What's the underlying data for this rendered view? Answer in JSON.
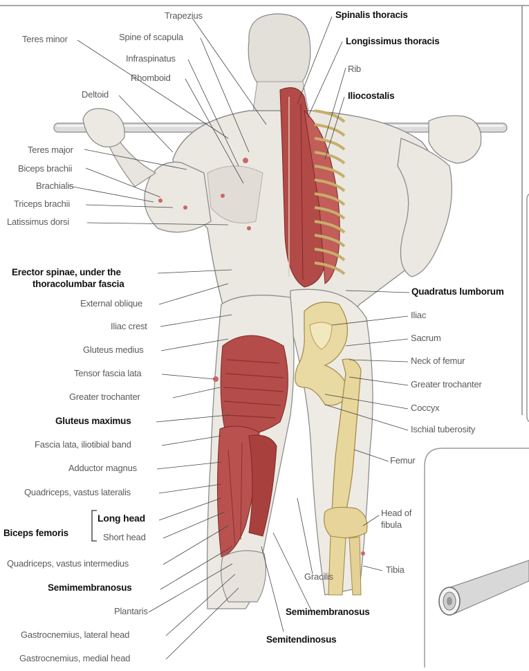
{
  "left_labels": [
    {
      "text": "Teres minor",
      "bold": false
    },
    {
      "text": "Deltoid",
      "bold": false
    },
    {
      "text": "Teres major",
      "bold": false
    },
    {
      "text": "Biceps brachii",
      "bold": false
    },
    {
      "text": "Brachialis",
      "bold": false
    },
    {
      "text": "Triceps brachii",
      "bold": false
    },
    {
      "text": "Latissimus dorsi",
      "bold": false
    },
    {
      "text": "Erector spinae, under the",
      "bold": true
    },
    {
      "text": "thoracolumbar fascia",
      "bold": true
    },
    {
      "text": "External oblique",
      "bold": false
    },
    {
      "text": "Iliac crest",
      "bold": false
    },
    {
      "text": "Gluteus medius",
      "bold": false
    },
    {
      "text": "Tensor fascia lata",
      "bold": false
    },
    {
      "text": "Greater trochanter",
      "bold": false
    },
    {
      "text": "Gluteus maximus",
      "bold": true
    },
    {
      "text": "Fascia lata, iliotibial band",
      "bold": false
    },
    {
      "text": "Adductor magnus",
      "bold": false
    },
    {
      "text": "Quadriceps, vastus lateralis",
      "bold": false
    },
    {
      "text": "Quadriceps, vastus intermedius",
      "bold": false
    },
    {
      "text": "Semimembranosus",
      "bold": true
    },
    {
      "text": "Plantaris",
      "bold": false
    },
    {
      "text": "Gastrocnemius, lateral head",
      "bold": false
    },
    {
      "text": "Gastrocnemius, medial head",
      "bold": false
    }
  ],
  "biceps_group": {
    "name": "Biceps femoris",
    "long_head": "Long head",
    "short_head": "Short head"
  },
  "top_labels": [
    {
      "text": "Trapezius",
      "bold": false
    },
    {
      "text": "Spine of scapula",
      "bold": false
    },
    {
      "text": "Infraspinatus",
      "bold": false
    },
    {
      "text": "Rhomboid",
      "bold": false
    }
  ],
  "right_labels": [
    {
      "text": "Spinalis thoracis",
      "bold": true
    },
    {
      "text": "Longissimus thoracis",
      "bold": true
    },
    {
      "text": "Rib",
      "bold": false
    },
    {
      "text": "Iliocostalis",
      "bold": true
    },
    {
      "text": "Quadratus lumborum",
      "bold": true
    },
    {
      "text": "Iliac",
      "bold": false
    },
    {
      "text": "Sacrum",
      "bold": false
    },
    {
      "text": "Neck of femur",
      "bold": false
    },
    {
      "text": "Greater trochanter",
      "bold": false
    },
    {
      "text": "Coccyx",
      "bold": false
    },
    {
      "text": "Ischial tuberosity",
      "bold": false
    },
    {
      "text": "Femur",
      "bold": false
    },
    {
      "text": "Head of",
      "bold": false
    },
    {
      "text": "fibula",
      "bold": false
    },
    {
      "text": "Tibia",
      "bold": false
    },
    {
      "text": "Gracilis",
      "bold": false
    }
  ],
  "bottom_labels": [
    {
      "text": "Semimembranosus",
      "bold": true
    },
    {
      "text": "Semitendinosus",
      "bold": true
    }
  ],
  "colors": {
    "muscle": "#b8504e",
    "muscle_dark": "#8a2f2e",
    "skin": "#ece9e4",
    "skin_shade": "#d5d1cb",
    "bone": "#e9d9a4",
    "bone_dark": "#c7ae6a",
    "leader": "#444444"
  }
}
